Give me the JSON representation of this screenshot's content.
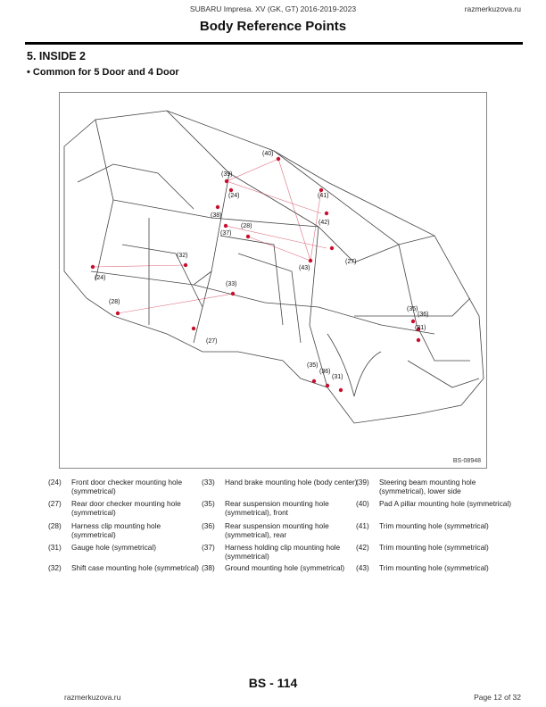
{
  "header": {
    "model": "SUBARU Impresa. XV (GK, GT) 2016-2019-2023",
    "site": "razmerkuzova.ru",
    "title": "Body Reference Points"
  },
  "section": {
    "title": "5.  INSIDE 2",
    "subtitle": "• Common for 5 Door and 4 Door"
  },
  "figure": {
    "id": "BS-08948",
    "callouts": [
      "(40)",
      "(39)",
      "(24)",
      "(41)",
      "(42)",
      "(38)",
      "(28)",
      "(37)",
      "(27)",
      "(43)",
      "(32)",
      "(24)",
      "(33)",
      "(28)",
      "(27)",
      "(35)",
      "(36)",
      "(31)",
      "(35)",
      "(36)",
      "(31)"
    ],
    "accent": "#c8102e"
  },
  "legend": [
    {
      "num": "(24)",
      "text": "Front door checker mounting hole (symmetrical)"
    },
    {
      "num": "(27)",
      "text": "Rear door checker mounting hole (symmetrical)"
    },
    {
      "num": "(28)",
      "text": "Harness clip mounting hole (symmetrical)"
    },
    {
      "num": "(31)",
      "text": "Gauge hole (symmetrical)"
    },
    {
      "num": "(32)",
      "text": "Shift case mounting hole (symmetrical)"
    },
    {
      "num": "(33)",
      "text": "Hand brake mounting hole (body center)"
    },
    {
      "num": "(35)",
      "text": "Rear suspension mounting hole (symmetrical), front"
    },
    {
      "num": "(36)",
      "text": "Rear suspension mounting hole (symmetrical), rear"
    },
    {
      "num": "(37)",
      "text": "Harness holding clip mounting hole (symmetrical)"
    },
    {
      "num": "(38)",
      "text": "Ground mounting hole (symmetrical)"
    },
    {
      "num": "(39)",
      "text": "Steering beam mounting hole (symmetrical), lower side"
    },
    {
      "num": "(40)",
      "text": "Pad A pillar mounting hole (symmetrical)"
    },
    {
      "num": "(41)",
      "text": "Trim mounting hole (symmetrical)"
    },
    {
      "num": "(42)",
      "text": "Trim mounting hole (symmetrical)"
    },
    {
      "num": "(43)",
      "text": "Trim mounting hole (symmetrical)"
    }
  ],
  "footer": {
    "page": "BS - 114",
    "site": "razmerkuzova.ru",
    "page_of": "Page 12 of 32"
  }
}
